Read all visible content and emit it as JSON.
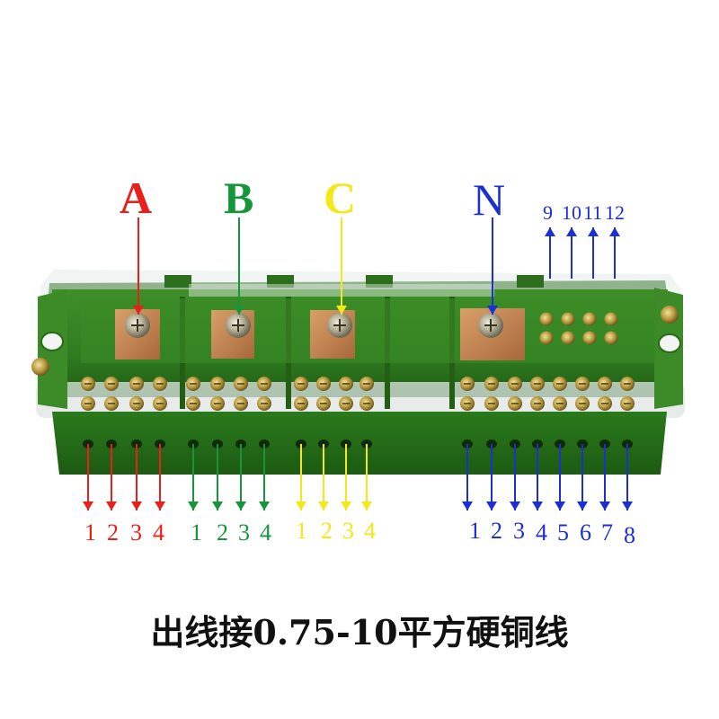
{
  "phase_labels": [
    {
      "id": "A",
      "text": "A",
      "color": "#e8201c"
    },
    {
      "id": "B",
      "text": "B",
      "color": "#17953a"
    },
    {
      "id": "C",
      "text": "C",
      "color": "#f2e81a"
    },
    {
      "id": "N",
      "text": "N",
      "color": "#1c2fd0"
    }
  ],
  "output_groups": [
    {
      "phase": "A",
      "color": "#e8201c",
      "numbers": [
        "1",
        "2",
        "3",
        "4"
      ]
    },
    {
      "phase": "B",
      "color": "#17953a",
      "numbers": [
        "1",
        "2",
        "3",
        "4"
      ]
    },
    {
      "phase": "C",
      "color": "#f2e81a",
      "numbers": [
        "1",
        "2",
        "3",
        "4"
      ]
    },
    {
      "phase": "N",
      "color": "#1c2fd0",
      "numbers": [
        "1",
        "2",
        "3",
        "4",
        "5",
        "6",
        "7",
        "8"
      ]
    }
  ],
  "neutral_extra_outputs": {
    "color": "#1c2fd0",
    "numbers": [
      "9",
      "10",
      "11",
      "12"
    ]
  },
  "caption": "出线接0.75-10平方硬铜线",
  "colors": {
    "housing": "#2e7d1f",
    "housing_dark": "#1f5e12",
    "housing_light": "#4c9c33",
    "copper": "#c9894d",
    "brass": "#b99a3a",
    "cover": "#dfe8e6"
  }
}
